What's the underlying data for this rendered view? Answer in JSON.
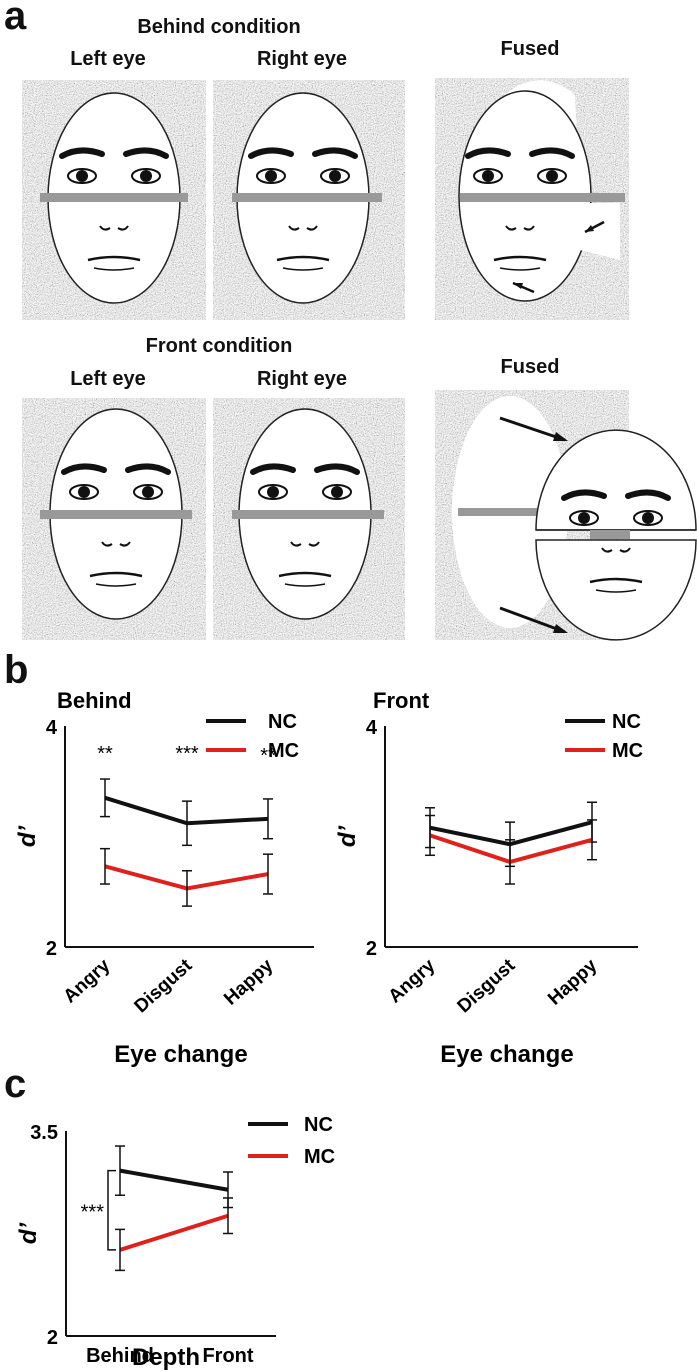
{
  "panel_a": {
    "letter": "a",
    "behind_title": "Behind condition",
    "front_title": "Front condition",
    "left_eye": "Left eye",
    "right_eye": "Right eye",
    "fused": "Fused"
  },
  "panel_b": {
    "letter": "b"
  },
  "panel_c": {
    "letter": "c"
  },
  "colors": {
    "NC": "#111111",
    "MC": "#e0201b"
  },
  "chart_data": [
    {
      "type": "line",
      "title": "Behind",
      "xlabel": "Eye change",
      "ylabel": "d’",
      "categories": [
        "Angry",
        "Disgust",
        "Happy"
      ],
      "ylim": [
        2,
        4
      ],
      "yticks": [
        "2",
        "4"
      ],
      "legend": "top-right",
      "series": [
        {
          "name": "NC",
          "values": [
            3.35,
            3.12,
            3.16
          ],
          "errors": [
            0.17,
            0.2,
            0.18
          ]
        },
        {
          "name": "MC",
          "values": [
            2.73,
            2.53,
            2.66
          ],
          "errors": [
            0.16,
            0.16,
            0.18
          ]
        }
      ],
      "annotations": [
        "**",
        "***",
        "**"
      ]
    },
    {
      "type": "line",
      "title": "Front",
      "xlabel": "Eye change",
      "ylabel": "d’",
      "categories": [
        "Angry",
        "Disgust",
        "Happy"
      ],
      "ylim": [
        2,
        4
      ],
      "yticks": [
        "2",
        "4"
      ],
      "legend": "top-right",
      "series": [
        {
          "name": "NC",
          "values": [
            3.08,
            2.93,
            3.13
          ],
          "errors": [
            0.18,
            0.2,
            0.18
          ]
        },
        {
          "name": "MC",
          "values": [
            3.01,
            2.77,
            2.97
          ],
          "errors": [
            0.18,
            0.2,
            0.18
          ]
        }
      ],
      "annotations": []
    },
    {
      "type": "line",
      "title": "",
      "xlabel": "Depth",
      "ylabel": "d’",
      "categories": [
        "Behind",
        "Front"
      ],
      "ylim": [
        2,
        3.5
      ],
      "yticks": [
        "2",
        "3.5"
      ],
      "legend": "top-right",
      "series": [
        {
          "name": "NC",
          "values": [
            3.21,
            3.07
          ],
          "errors": [
            0.18,
            0.13
          ]
        },
        {
          "name": "MC",
          "values": [
            2.63,
            2.88
          ],
          "errors": [
            0.15,
            0.13
          ]
        }
      ],
      "annotations": [
        "***"
      ]
    }
  ]
}
